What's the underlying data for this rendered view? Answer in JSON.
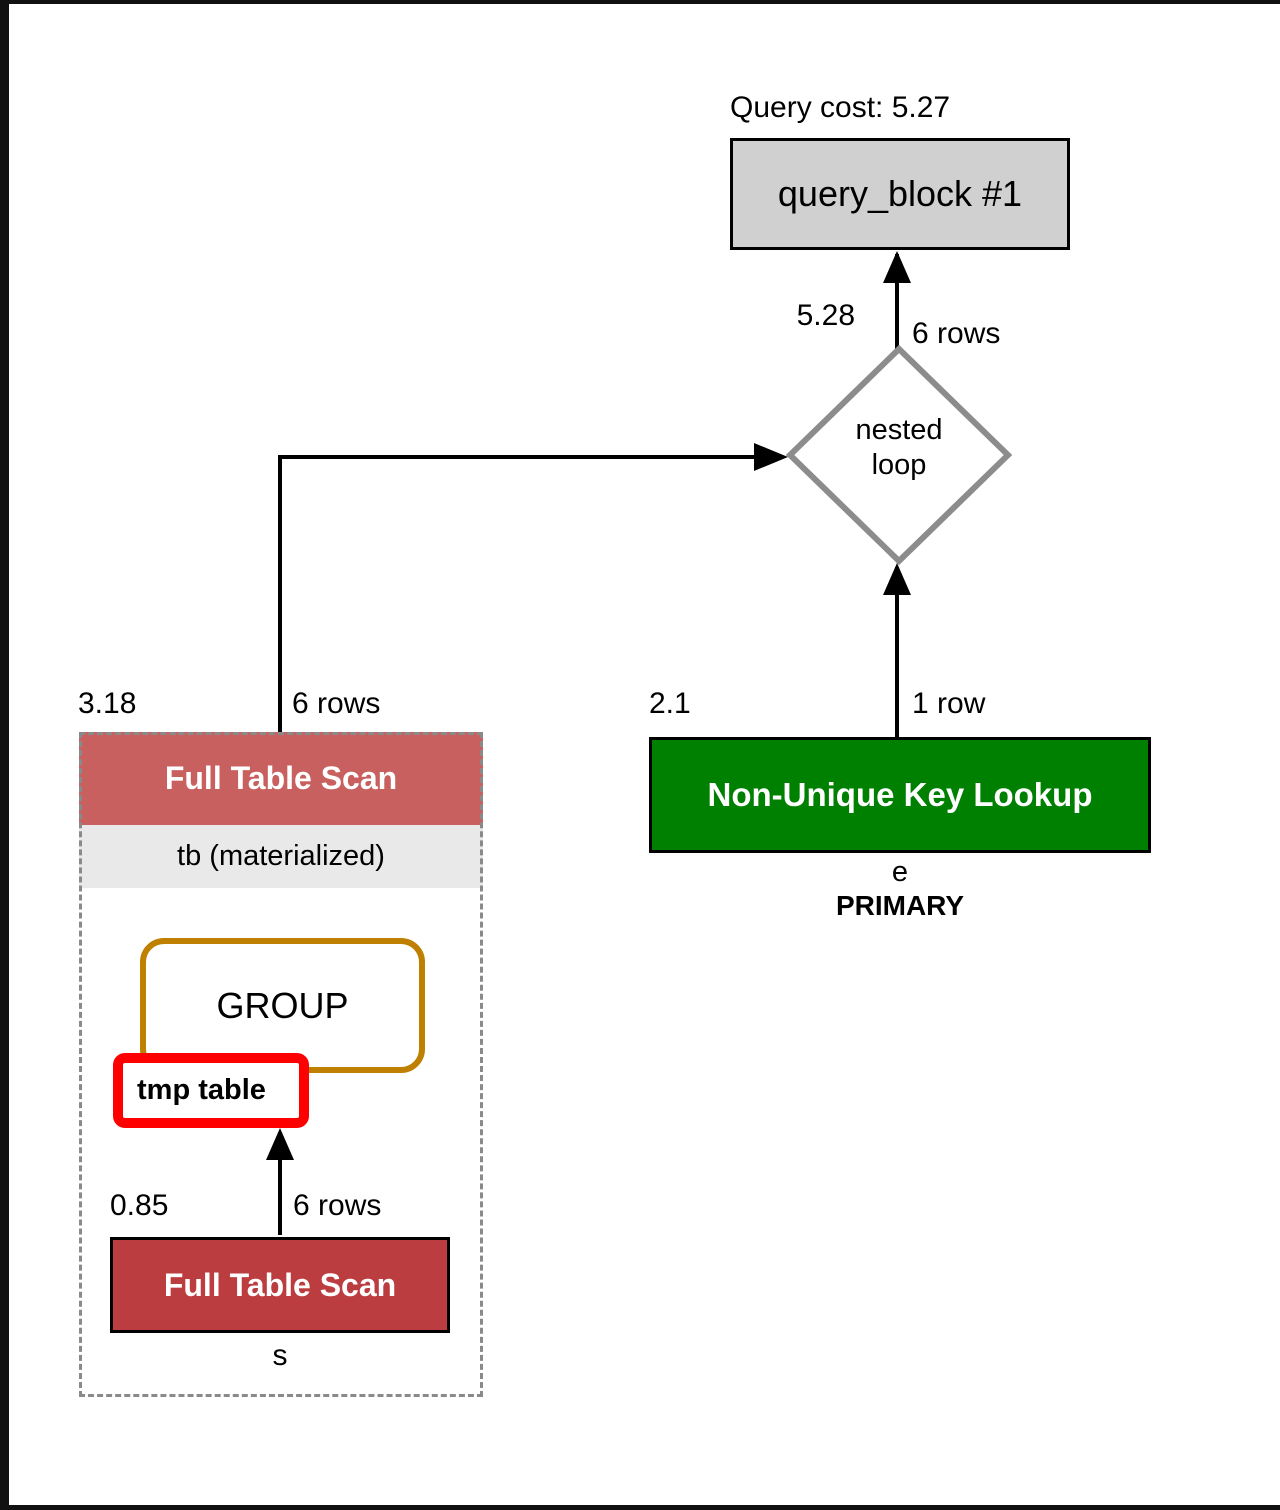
{
  "diagram": {
    "query_cost": "Query cost: 5.27",
    "query_block": {
      "label": "query_block #1"
    },
    "nested_loop": {
      "line1": "nested",
      "line2": "loop"
    },
    "edges": {
      "nested_to_query": {
        "cost": "5.28",
        "rows": "6 rows"
      },
      "materialized_to_nested": {
        "cost": "3.18",
        "rows": "6 rows"
      },
      "lookup_to_nested": {
        "cost": "2.1",
        "rows": "1 row"
      },
      "scan_to_tmp": {
        "cost": "0.85",
        "rows": "6 rows"
      }
    },
    "materialized_block": {
      "header": "Full Table Scan",
      "table": "tb (materialized)",
      "group_label": "GROUP",
      "tmp_table_label": "tmp table",
      "inner_scan": {
        "header": "Full Table Scan",
        "table": "s"
      }
    },
    "key_lookup": {
      "header": "Non-Unique Key Lookup",
      "table": "e",
      "index": "PRIMARY"
    }
  },
  "colors": {
    "scan_header_red": "#C7605F",
    "scan_inner_red": "#BC3D40",
    "lookup_green": "#008000",
    "query_block_gray": "#D0D0D0",
    "table_bar_gray": "#E9E9E9",
    "group_border_gold": "#BF7F00",
    "tmp_border_red": "#FF0000",
    "diamond_border_gray": "#8C8C8C"
  }
}
